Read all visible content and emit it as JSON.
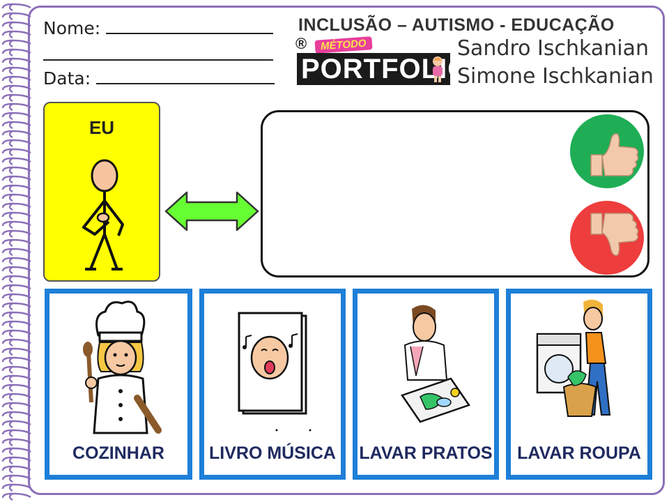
{
  "header": {
    "name_label": "Nome:",
    "date_label": "Data:",
    "title": "INCLUSÃO – AUTISMO - EDUCAÇÃO",
    "logo": {
      "registered": "®",
      "tag": "MÉTODO",
      "word": "PORTFOLIO"
    },
    "authors": [
      "Sandro Ischkanian",
      "Simone Ischkanian"
    ]
  },
  "eu_card": {
    "label": "EU",
    "color": "#ffff00"
  },
  "arrow": {
    "icon": "double-arrow-icon",
    "color": "#66ff33"
  },
  "answer_box": {
    "votes": [
      {
        "icon": "thumbs-up-icon",
        "color": "#1fae55"
      },
      {
        "icon": "thumbs-down-icon",
        "color": "#ee3d3d"
      }
    ]
  },
  "activities": [
    {
      "label": "COZINHAR",
      "icon": "chef-icon"
    },
    {
      "label": "LIVRO MÚSICA",
      "icon": "singing-book-icon"
    },
    {
      "label": "LAVAR PRATOS",
      "icon": "washing-dishes-icon"
    },
    {
      "label": "LAVAR ROUPA",
      "icon": "washing-clothes-icon"
    }
  ],
  "theme": {
    "card_border": "#1e7fd8",
    "frame": "#8b6fb8"
  }
}
